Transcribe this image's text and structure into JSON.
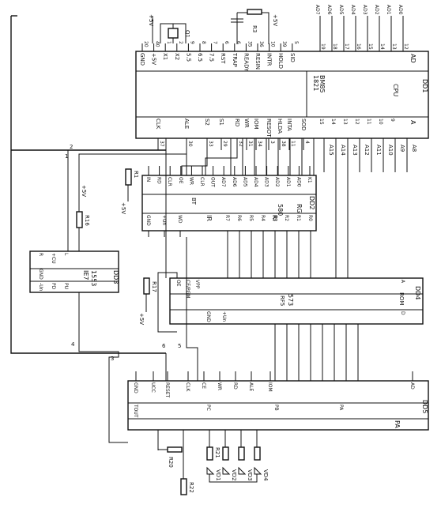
{
  "chips": {
    "dd1": {
      "name": "DD1",
      "label_lines": [
        "1821",
        "BM85",
        "CPU"
      ],
      "top_pins": [
        {
          "name": "GND",
          "num": "20"
        },
        {
          "name": "+5V",
          "num": "40"
        },
        {
          "name": "X1",
          "num": "1"
        },
        {
          "name": "X2",
          "num": "2"
        },
        {
          "name": "5.5",
          "num": "9"
        },
        {
          "name": "6.5",
          "num": "8"
        },
        {
          "name": "7.5",
          "num": "7"
        },
        {
          "name": "RST",
          "num": "6"
        },
        {
          "name": "TRAP",
          "num": "6"
        },
        {
          "name": "READY",
          "num": "35"
        },
        {
          "name": "RESIN",
          "num": "36"
        },
        {
          "name": "INTR",
          "num": "10"
        },
        {
          "name": "HOLD",
          "num": "39"
        },
        {
          "name": "SID",
          "num": "5"
        }
      ],
      "bottom_pins": [
        {
          "name": "CLK",
          "num": "37"
        },
        {
          "name": "ALE",
          "num": "30"
        },
        {
          "name": "S2",
          "num": "33"
        },
        {
          "name": "S1",
          "num": "29"
        },
        {
          "name": "RD",
          "num": "32"
        },
        {
          "name": "WR",
          "num": "31"
        },
        {
          "name": "IOM",
          "num": "34"
        },
        {
          "name": "RESOT",
          "num": "3"
        },
        {
          "name": "HLDA",
          "num": "38"
        },
        {
          "name": "INTA",
          "num": "11"
        },
        {
          "name": "SOD",
          "num": "4"
        }
      ],
      "ad_pins": [
        "19",
        "18",
        "17",
        "16",
        "15",
        "14",
        "13",
        "12"
      ],
      "ad_labels": [
        "AD7",
        "AD6",
        "AD5",
        "AD4",
        "AD3",
        "AD2",
        "AD1",
        "AD0"
      ],
      "a_pins": [
        "15",
        "14",
        "13",
        "12",
        "11",
        "10",
        "9"
      ],
      "a_labels": [
        "A15",
        "A14",
        "A13",
        "A12",
        "A11",
        "A10",
        "A9",
        "A8"
      ],
      "ad_title": "AD",
      "a_title": "A"
    },
    "dd2": {
      "name": "DD2",
      "rg": "RG",
      "label": "580",
      "ri": "RI",
      "ir": "IR",
      "pin_names_top": [
        "IN",
        "RD",
        "CLR",
        "OE",
        "WR",
        "CLR",
        "OUT",
        "AD7",
        "AD6",
        "AD5",
        "AD4",
        "AD3",
        "AD2",
        "AD1",
        "AD0",
        "K1"
      ],
      "pin_names_bottom": [
        "GND",
        "+Un",
        "WD",
        "R7",
        "R6",
        "R5",
        "R4",
        "R3",
        "R2",
        "R1",
        "R0"
      ],
      "bt": "BT"
    },
    "dd3": {
      "name": "DD3",
      "label": "1553",
      "ie7": "IE7",
      "pins": [
        "R",
        "+CU",
        "L",
        "-Un",
        "PD",
        "PU",
        "GND"
      ]
    },
    "dd4": {
      "name": "DD4",
      "label": "573",
      "rf5": "RF5",
      "rom": "ROM",
      "pins": [
        "OE",
        "CE/PGM",
        "VPP",
        "A",
        "D",
        "+Un",
        "GND"
      ]
    },
    "dd5": {
      "name": "DD5",
      "label": "PA",
      "pins_top": [
        "GND",
        "UCC",
        "RESET",
        "CLK",
        "CE",
        "WR",
        "RD",
        "ALE",
        "IOM",
        "AD"
      ],
      "pins_bottom": [
        "TOUT",
        "PC",
        "PB",
        "PA"
      ]
    }
  },
  "labels": {
    "plus5v": "+5V",
    "r1": "R1",
    "r3": "R3",
    "r16": "R16",
    "r17": "R17",
    "r20": "R20",
    "r21": "R21",
    "r22": "R22",
    "zq1": "Q1",
    "v1": "VD1",
    "v2": "VD2",
    "v3": "VD3",
    "v4": "VD4",
    "a8": "A8",
    "a9": "A9",
    "a10": "A10",
    "a11": "A11",
    "a12": "A12",
    "a13": "A13",
    "a14": "A14",
    "a15": "A15",
    "n1": "1",
    "n2": "2",
    "n3": "3",
    "n4": "4",
    "n5": "5",
    "n6": "6"
  }
}
